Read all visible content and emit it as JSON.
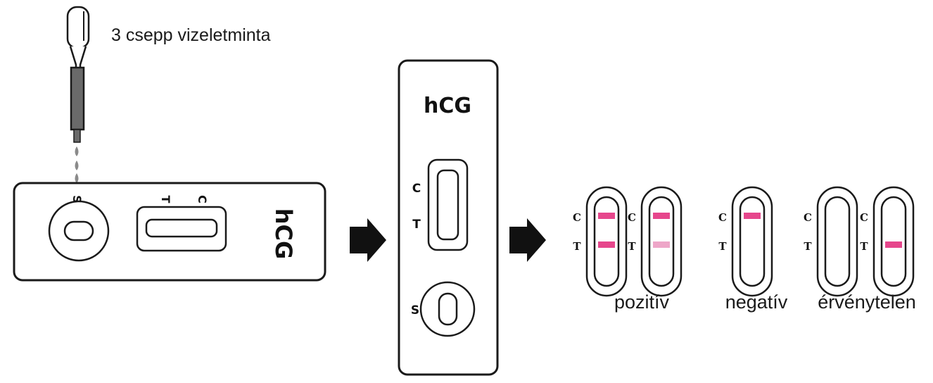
{
  "instruction": "3 csepp vizeletminta",
  "colors": {
    "line": "#1a1a1a",
    "band": "#e6468c",
    "band_faint": "#eea6c8",
    "urine": "#6a6a6a"
  },
  "cassette_horizontal": {
    "brand": "hCG",
    "sample_label": "S",
    "test_label": "T",
    "control_label": "C"
  },
  "cassette_vertical": {
    "brand": "hCG",
    "control_label": "C",
    "test_label": "T",
    "sample_label": "S"
  },
  "results": {
    "c_label": "C",
    "t_label": "T",
    "positive_label": "pozitív",
    "negative_label": "negatív",
    "invalid_label": "érvénytelen",
    "windows": [
      {
        "group": "positive",
        "control": "strong",
        "test": "strong"
      },
      {
        "group": "positive",
        "control": "strong",
        "test": "faint"
      },
      {
        "group": "negative",
        "control": "strong",
        "test": "none"
      },
      {
        "group": "invalid",
        "control": "none",
        "test": "none"
      },
      {
        "group": "invalid",
        "control": "none",
        "test": "strong"
      }
    ]
  }
}
